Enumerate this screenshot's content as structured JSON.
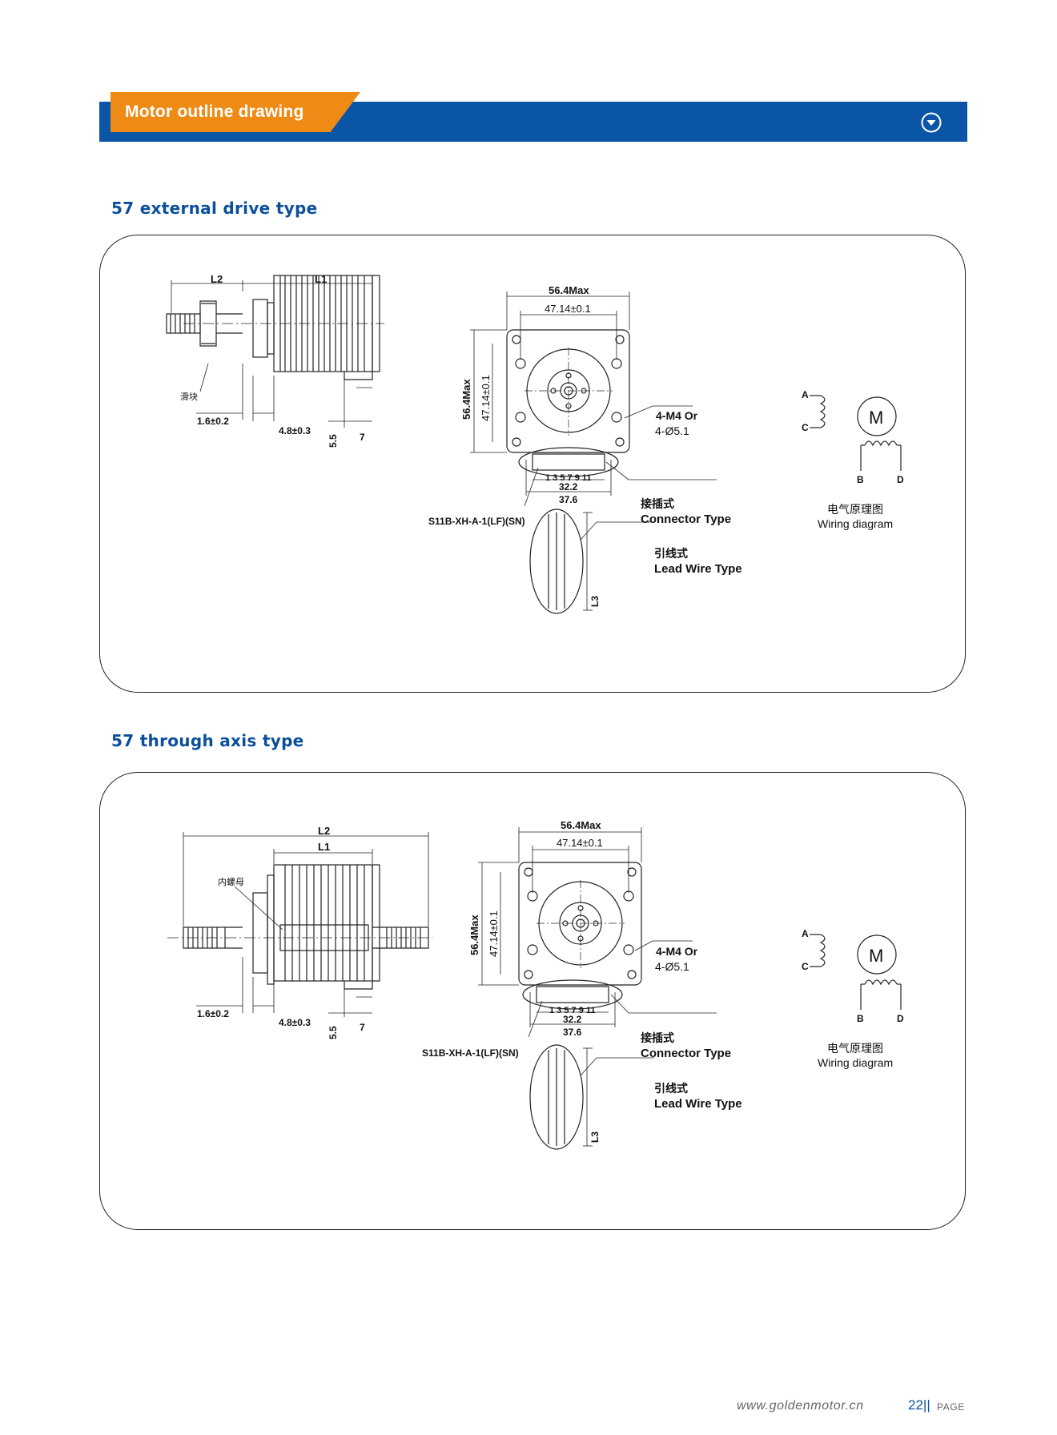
{
  "header": {
    "title": "Motor outline drawing",
    "button_icon": "chevron-down-circle-icon"
  },
  "colors": {
    "brand_blue": "#0b55a6",
    "accent_orange": "#ef8a15",
    "section_title": "#0b4f9c"
  },
  "sections": [
    {
      "title": "57 external drive type",
      "side_view": {
        "L2": "L2",
        "L1": "L1",
        "slider": "滑块",
        "flange": "1.6±0.2",
        "pilot": "4.8±0.3",
        "d55": "5.5",
        "d7": "7"
      },
      "front_view": {
        "outer": "56.4Max",
        "inner": "47.14±0.1",
        "vert_outer": "56.4Max",
        "vert_inner": "47.14±0.1",
        "holes_1": "4-M4 Or",
        "holes_2": "4-Ø5.1",
        "pins": "1 3 5 7 9 11",
        "w1": "32.2",
        "w2": "37.6",
        "connector_model": "S11B-XH-A-1(LF)(SN)",
        "connector_cn": "接插式",
        "connector_en": "Connector Type",
        "lead_cn": "引线式",
        "lead_en": "Lead Wire Type",
        "l3": "L3"
      },
      "wiring": {
        "a": "A",
        "b": "B",
        "c": "C",
        "d": "D",
        "m": "M",
        "cn": "电气原理图",
        "en": "Wiring diagram"
      }
    },
    {
      "title": "57 through axis type",
      "side_view": {
        "L2": "L2",
        "L1": "L1",
        "slider": "内螺母",
        "flange": "1.6±0.2",
        "pilot": "4.8±0.3",
        "d55": "5.5",
        "d7": "7"
      },
      "front_view": {
        "outer": "56.4Max",
        "inner": "47.14±0.1",
        "vert_outer": "56.4Max",
        "vert_inner": "47.14±0.1",
        "holes_1": "4-M4 Or",
        "holes_2": "4-Ø5.1",
        "pins": "1 3 5 7 9 11",
        "w1": "32.2",
        "w2": "37.6",
        "connector_model": "S11B-XH-A-1(LF)(SN)",
        "connector_cn": "接插式",
        "connector_en": "Connector Type",
        "lead_cn": "引线式",
        "lead_en": "Lead Wire Type",
        "l3": "L3"
      },
      "wiring": {
        "a": "A",
        "b": "B",
        "c": "C",
        "d": "D",
        "m": "M",
        "cn": "电气原理图",
        "en": "Wiring diagram"
      }
    }
  ],
  "footer": {
    "url": "www.goldenmotor.cn",
    "page_number": "22||",
    "page_label": "PAGE"
  }
}
